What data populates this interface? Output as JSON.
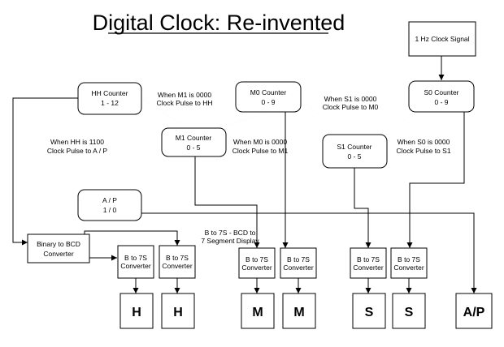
{
  "title": "Digital Clock: Re-invented",
  "clock_signal": "1 Hz Clock Signal",
  "hh_counter": {
    "name": "HH Counter",
    "range": "1 - 12"
  },
  "m0_counter": {
    "name": "M0 Counter",
    "range": "0 - 9"
  },
  "s0_counter": {
    "name": "S0 Counter",
    "range": "0 - 9"
  },
  "m1_counter": {
    "name": "M1 Counter",
    "range": "0 - 5"
  },
  "s1_counter": {
    "name": "S1 Counter",
    "range": "0 - 5"
  },
  "ap_block": {
    "name": "A / P",
    "range": "1 / 0"
  },
  "bcd_converter": {
    "line1": "Binary to BCD",
    "line2": "Converter"
  },
  "notes": {
    "m1_to_hh": {
      "line1": "When M1 is 0000",
      "line2": "Clock Pulse to HH"
    },
    "s1_to_m0": {
      "line1": "When S1 is 0000",
      "line2": "Clock Pulse to M0"
    },
    "hh_to_ap": {
      "line1": "When HH is 1100",
      "line2": "Clock Pulse to A / P"
    },
    "m0_to_m1": {
      "line1": "When M0 is 0000",
      "line2": "Clock Pulse to M1"
    },
    "s0_to_s1": {
      "line1": "When S0 is 0000",
      "line2": "Clock Pulse to S1"
    },
    "b7s_desc": {
      "line1": "B to 7S - BCD to",
      "line2": "7 Segment Display"
    }
  },
  "b7s_label": {
    "line1": "B to 7S",
    "line2": "Converter"
  },
  "displays": [
    "H",
    "H",
    "M",
    "M",
    "S",
    "S",
    "A/P"
  ]
}
